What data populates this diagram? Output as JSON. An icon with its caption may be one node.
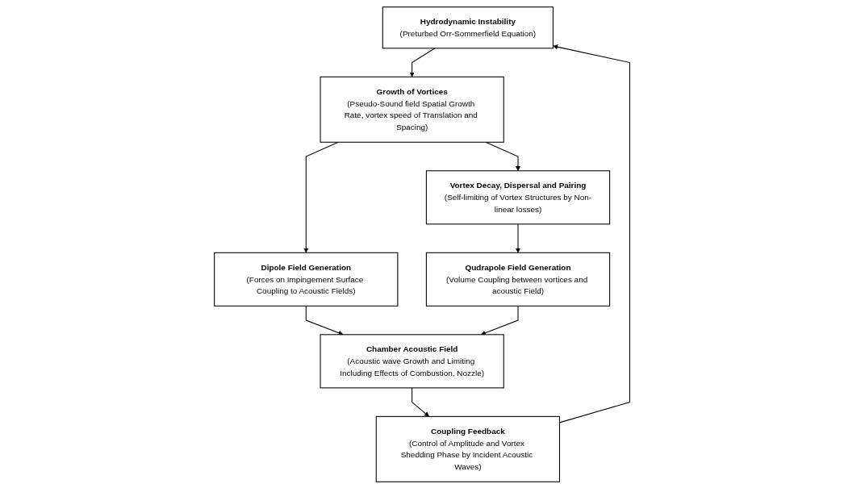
{
  "diagram": {
    "nodes": [
      {
        "text": [
          "Hydrodynamic Instability",
          "(Preturbed Orr-Sommerfield Equation)"
        ]
      },
      {
        "text": [
          "Coupling Feedback",
          "(Control of Amplitude and Vortex Shedding Phase by Incident Acoustic Waves)"
        ]
      },
      {
        "text": [
          "Growth of Vortices",
          "(Pseudo-Sound field Spatial Growth Rate, vortex speed of Translation and Spacing)"
        ]
      },
      {
        "text": [
          "Dipole Field Generation",
          "(Forces on Impingement Surface Coupling to Acoustic Fields)"
        ]
      },
      {
        "text": [
          "Vortex Decay, Dispersal and Pairing",
          "(Self-limiting of Vortex Structures by Non-linear losses)"
        ]
      },
      {
        "text": [
          "Qudrapole Field Generation",
          "(Volume Coupling between vortices and acoustic Field)"
        ]
      },
      {
        "text": [
          "Chamber Acoustic Field",
          "(Acoustic wave Growth and Limiting Including Effects of Combustion, Nozzle)"
        ]
      }
    ],
    "edges": [
      {
        "from": 1,
        "to": 0,
        "arrow": "to"
      },
      {
        "from": 0,
        "to": 2,
        "arrow": "to"
      },
      {
        "from": 2,
        "to": 3,
        "arrow": "to"
      },
      {
        "from": 2,
        "to": 4,
        "arrow": "to"
      },
      {
        "from": 4,
        "to": 5,
        "arrow": "to"
      },
      {
        "from": 3,
        "to": 6,
        "arrow": "to"
      },
      {
        "from": 5,
        "to": 6,
        "arrow": "to"
      },
      {
        "from": 6,
        "to": 1,
        "arrow": "to"
      }
    ]
  }
}
